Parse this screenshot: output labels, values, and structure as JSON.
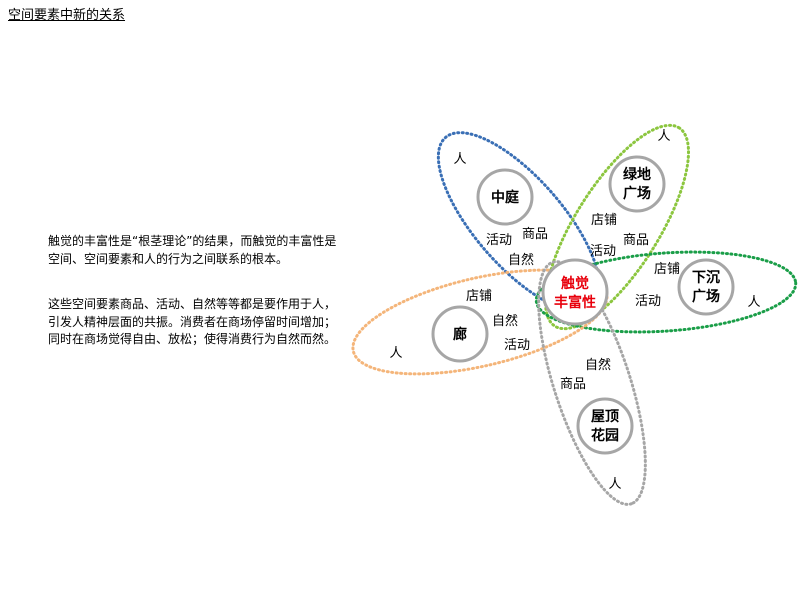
{
  "page": {
    "title": "空间要素中新的关系"
  },
  "text": {
    "p1": "触觉的丰富性是“根茎理论”的结果，而触觉的丰富性是空间、空间要素和人的行为之间联系的根本。",
    "p2": "这些空间要素商品、活动、自然等等都是要作用于人，引发人精神层面的共振。消费者在商场停留时间增加；同时在商场觉得自由、放松；使得消费行为自然而然。"
  },
  "diagram": {
    "center": {
      "line1": "触觉",
      "line2": "丰富性",
      "color": "#e8000c"
    },
    "nodes": {
      "courtyard": "中庭",
      "green": {
        "line1": "绿地",
        "line2": "广场"
      },
      "sunken": {
        "line1": "下沉",
        "line2": "广场"
      },
      "corridor": "廊",
      "roof": {
        "line1": "屋顶",
        "line2": "花园"
      }
    },
    "labels": {
      "blue": {
        "person": "人",
        "goods": "商品",
        "activity": "活动",
        "nature": "自然"
      },
      "lime": {
        "person": "人",
        "shop": "店铺",
        "goods": "商品",
        "activity": "活动"
      },
      "green": {
        "shop": "店铺",
        "activity": "活动",
        "person": "人"
      },
      "orange": {
        "shop": "店铺",
        "nature": "自然",
        "activity": "活动",
        "person": "人"
      },
      "gray": {
        "nature": "自然",
        "goods": "商品",
        "person": "人"
      }
    },
    "colors": {
      "blue": "#3a6fb5",
      "lime": "#8cc63f",
      "green": "#1a9e48",
      "orange": "#f4b57a",
      "gray": "#a6a6a6",
      "node_ring": "#a6a6a6"
    }
  }
}
